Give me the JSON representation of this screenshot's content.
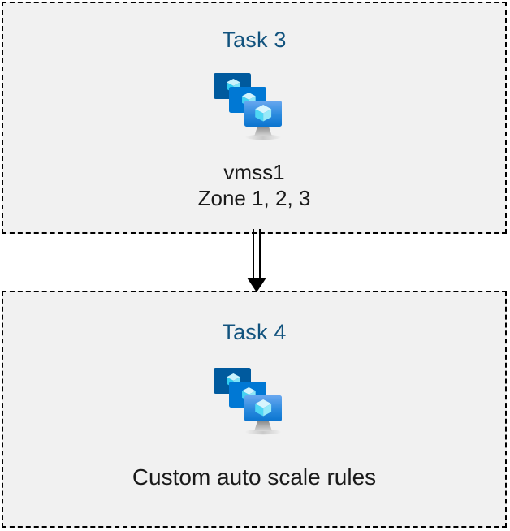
{
  "diagram": {
    "type": "flow",
    "background_color": "#ffffff",
    "box_fill_color": "#f1f1f1",
    "box_border_color": "#000000",
    "box_border_style": "dashed",
    "title_color": "#12537e",
    "caption_color": "#1a1a1a",
    "connector_color": "#000000"
  },
  "boxes": [
    {
      "id": "task3",
      "title": "Task 3",
      "icon": "vmss-icon",
      "caption": "vmss1\nZone 1, 2, 3",
      "caption_lines": [
        "vmss1",
        "Zone 1, 2, 3"
      ]
    },
    {
      "id": "task4",
      "title": "Task 4",
      "icon": "vmss-icon",
      "caption": "Custom auto scale rules",
      "caption_lines": [
        "Custom auto scale rules"
      ]
    }
  ],
  "connector": {
    "from": "task3",
    "to": "task4",
    "style": "double-line-arrow",
    "direction": "down"
  },
  "icon_colors": {
    "monitor_back": "#005a9e",
    "monitor_mid": "#0078d4",
    "monitor_front_top": "#5ea0ef",
    "monitor_front_bottom": "#0f7ad4",
    "cube_light": "#c3f1fb",
    "cube_mid": "#50e6ff",
    "cube_dark": "#9cebff",
    "stand": "#a3a3a3"
  }
}
